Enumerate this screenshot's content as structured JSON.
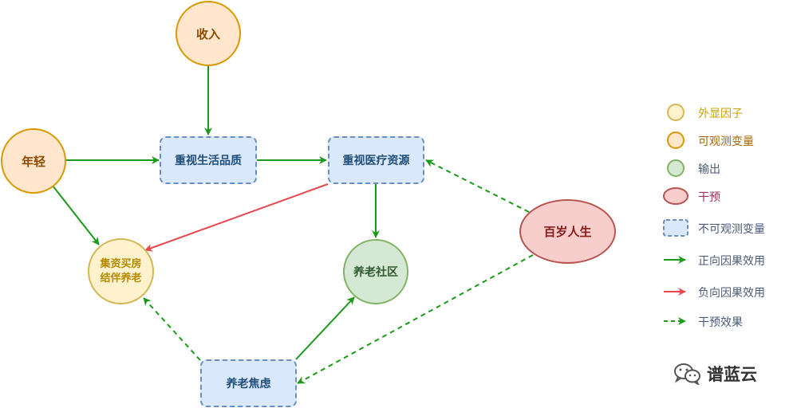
{
  "nodes": {
    "income": "收入",
    "young": "年轻",
    "quality": "重视生活品质",
    "medical": "重视医疗资源",
    "house_line1": "集资买房",
    "house_line2": "结伴养老",
    "community": "养老社区",
    "anxiety": "养老焦虑",
    "centenarian": "百岁人生"
  },
  "legend": {
    "external": "外显因子",
    "observed": "可观测变量",
    "output": "输出",
    "intervention": "干预",
    "unobserved": "不可观测变量",
    "positive": "正向因果效用",
    "negative": "负向因果效用",
    "effect": "干预效果"
  },
  "colors": {
    "green": "#1a9a1a",
    "red": "#e8484d",
    "legend_text": "#4a5a7a",
    "legend_external": "#c8a200",
    "legend_observed": "#a86400",
    "legend_intervention": "#a0305a"
  },
  "watermark": {
    "icon": "wechat-icon",
    "text": "谱蓝云"
  }
}
